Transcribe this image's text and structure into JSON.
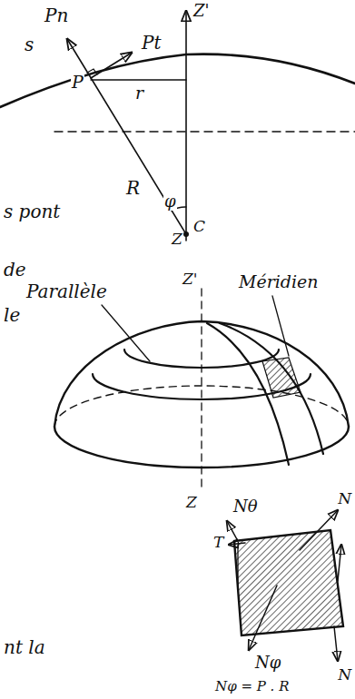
{
  "diagram": {
    "labels": [
      "Pn",
      "Pt",
      "Z'",
      "s",
      "P",
      "r",
      "R",
      "s pont",
      "φ",
      "C",
      "Z",
      "de",
      "Parallèle",
      "Z'",
      "Méridien",
      "le",
      "Z",
      "Nθ",
      "T",
      "N",
      "Nφ",
      "nt la",
      "N",
      "Nφ = P . R"
    ]
  }
}
